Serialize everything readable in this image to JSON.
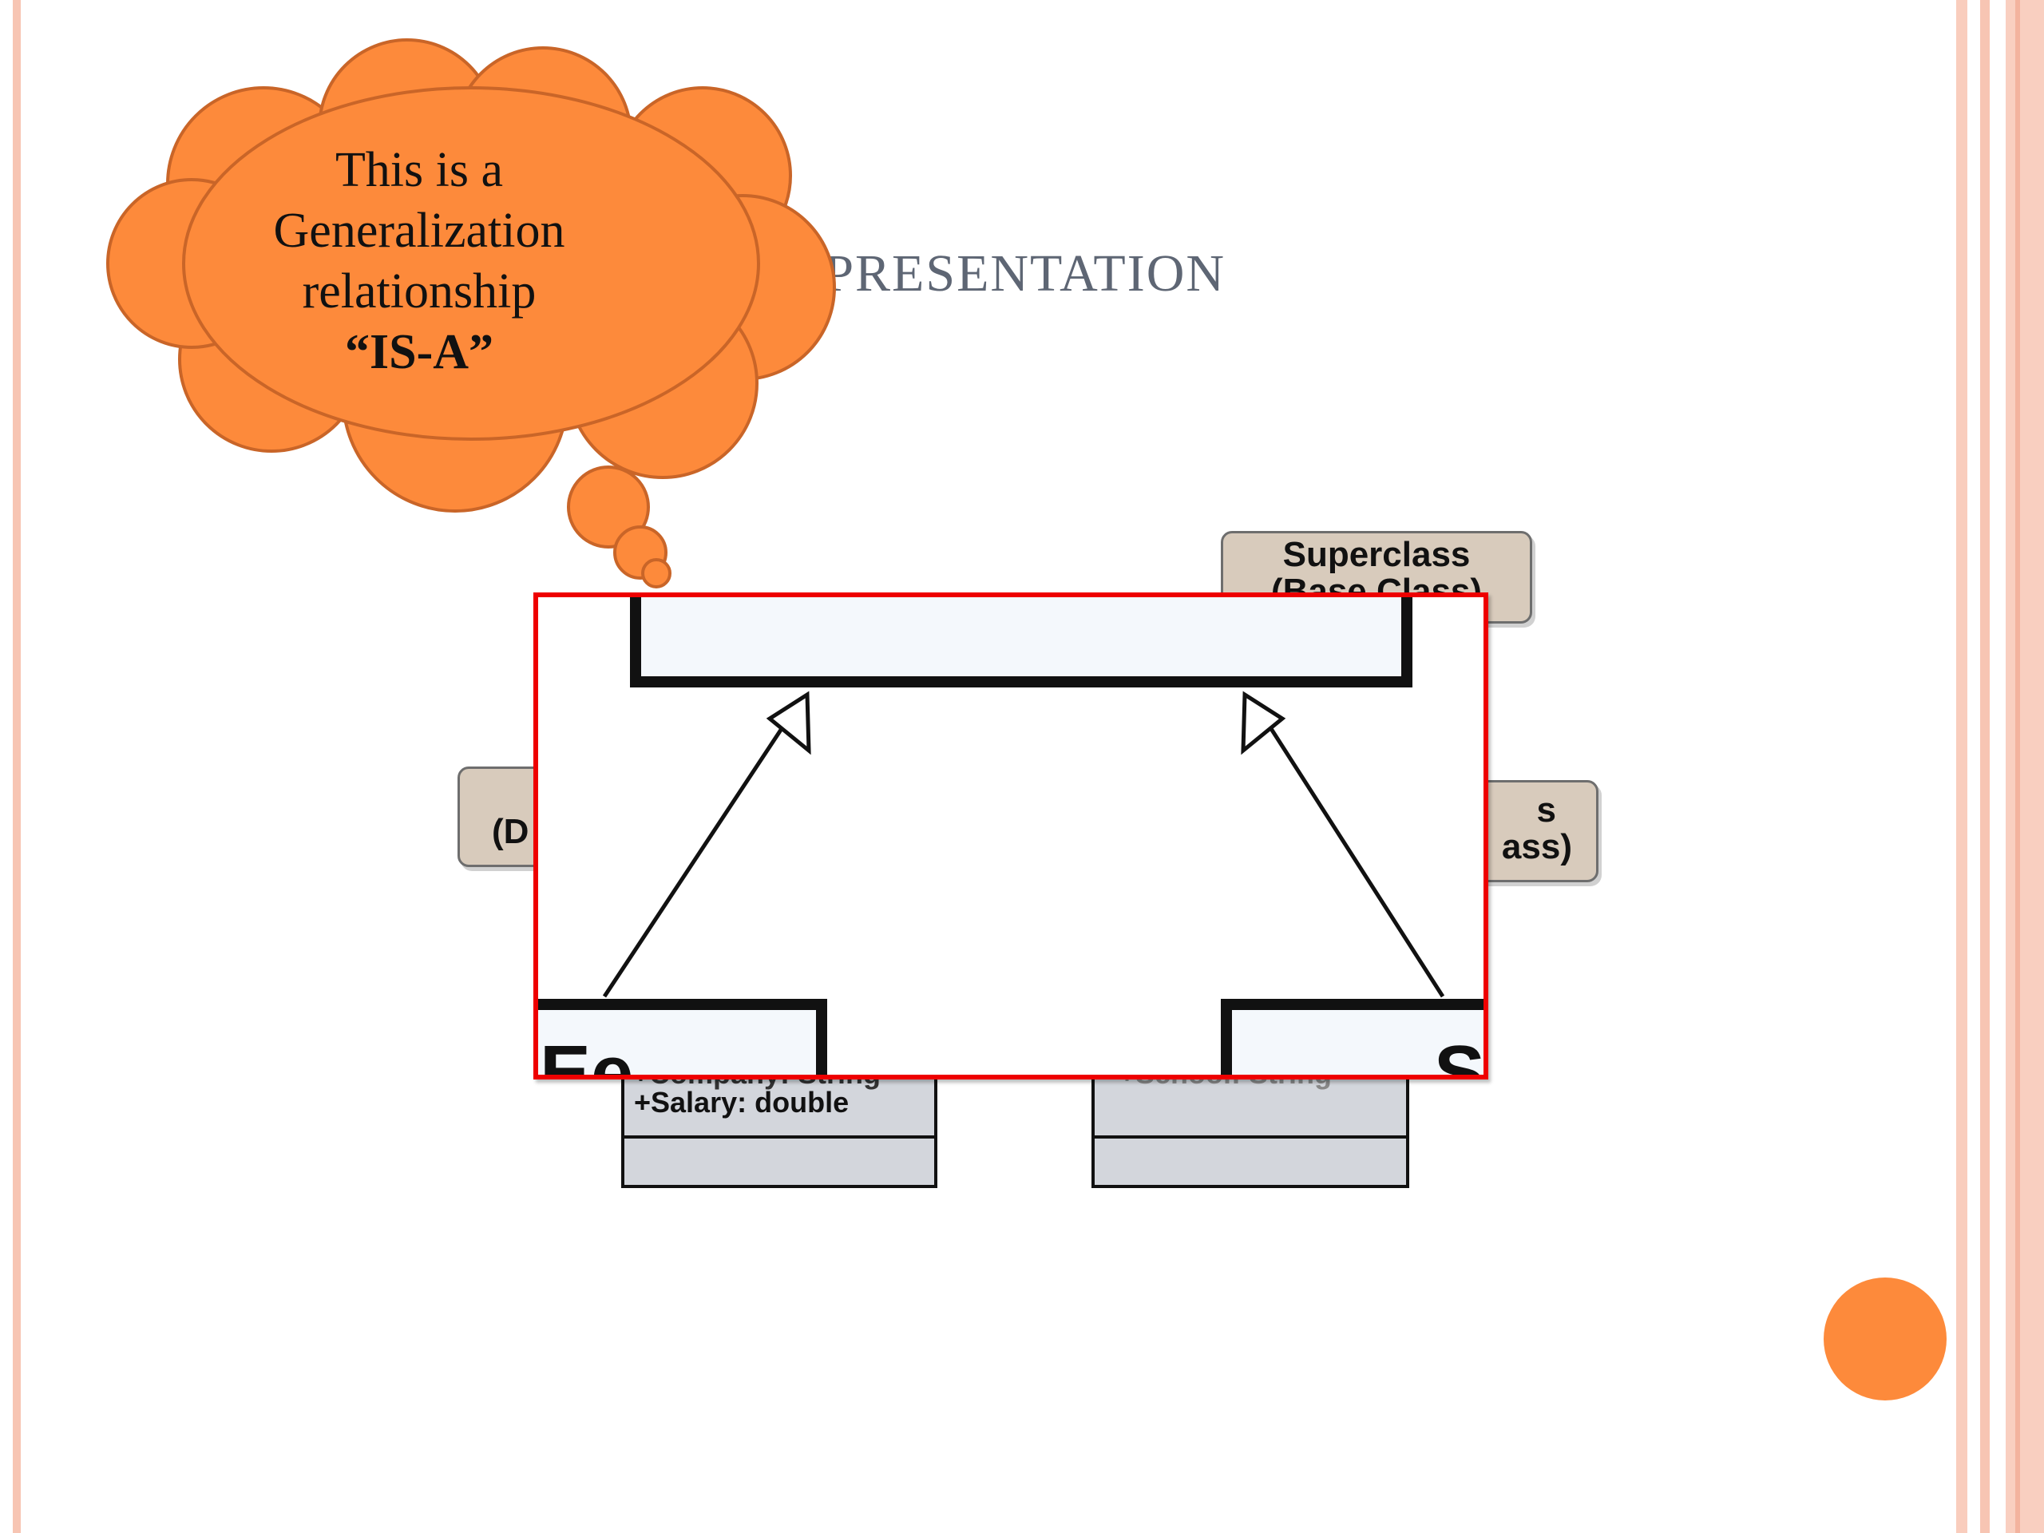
{
  "slide": {
    "title_visible": "EPRESENTATION"
  },
  "callout": {
    "line1": "This is a",
    "line2": "Generalization",
    "line3": "relationship",
    "line4": "“IS-A”",
    "fill_color": "#fd8a3b"
  },
  "labels": {
    "superclass_line1": "Superclass",
    "superclass_line2": "(Base Class)",
    "left_fragment": "(D",
    "right_fragment_line1": "s",
    "right_fragment_line2": "ass)"
  },
  "classes": {
    "left_attr_partial": "+Company: String",
    "left_attr": "+Salary: double",
    "right_attr_partial": "+School: String"
  },
  "zoom": {
    "border_color": "#ee0000",
    "left_class_fragment": "Ee",
    "right_class_fragment": "S"
  },
  "colors": {
    "accent": "#fd8a3b",
    "stripe": "#f7c5b3",
    "class_fill": "#f4f8fc"
  }
}
